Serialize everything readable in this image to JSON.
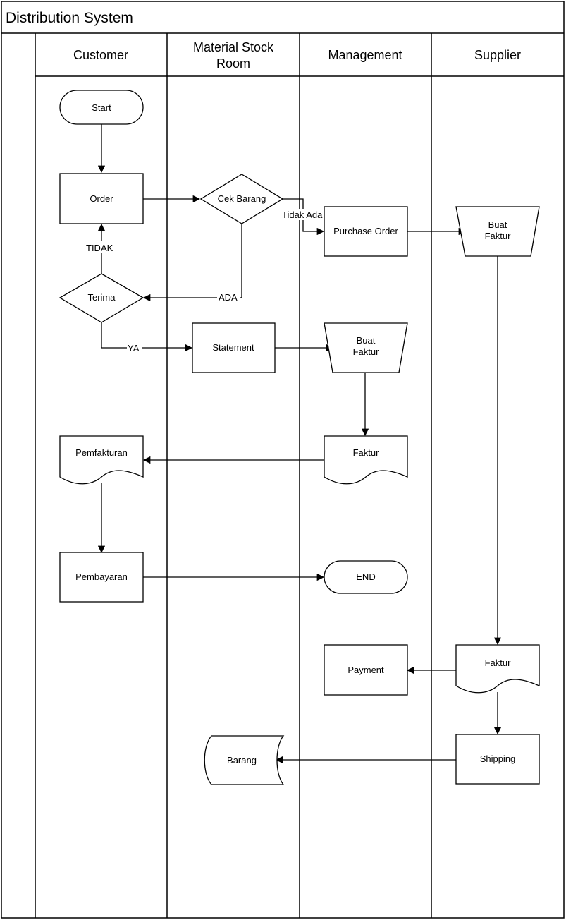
{
  "title": "Distribution System",
  "lanes": {
    "customer": "Customer",
    "stock_line1": "Material Stock",
    "stock_line2": "Room",
    "management": "Management",
    "supplier": "Supplier"
  },
  "nodes": {
    "start": "Start",
    "order": "Order",
    "cek_barang": "Cek Barang",
    "terima": "Terima",
    "purchase_order": "Purchase Order",
    "buat_faktur_supplier_1": "Buat",
    "buat_faktur_supplier_2": "Faktur",
    "statement": "Statement",
    "buat_faktur_mgmt_1": "Buat",
    "buat_faktur_mgmt_2": "Faktur",
    "pemfakturan": "Pemfakturan",
    "faktur_mgmt": "Faktur",
    "pembayaran": "Pembayaran",
    "end": "END",
    "payment": "Payment",
    "faktur_supplier": "Faktur",
    "barang": "Barang",
    "shipping": "Shipping"
  },
  "edge_labels": {
    "tidak_ada": "Tidak Ada",
    "ada": "ADA",
    "tidak": "TIDAK",
    "ya": "YA"
  }
}
